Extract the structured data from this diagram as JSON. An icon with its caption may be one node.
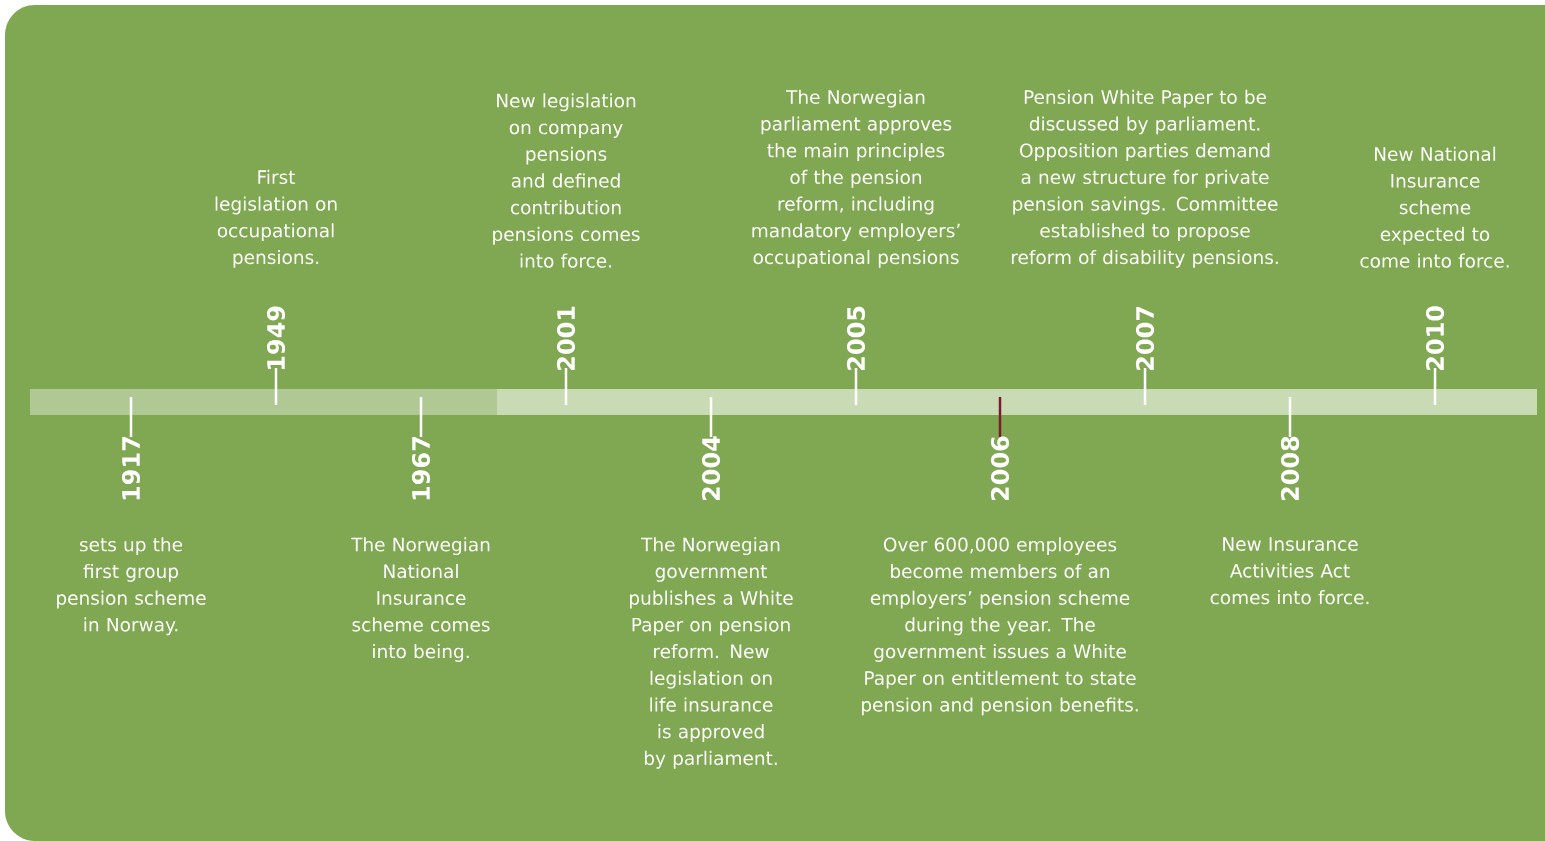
{
  "diagram": {
    "labels": [
      "1917",
      "sets up the first group pension scheme in Norway.",
      "1949",
      "First legislation on occupational pensions.",
      "1967",
      "The Norwegian National Insurance scheme comes into being.",
      "2001",
      "New legislation on company pensions and defined contribution pensions comes into force.",
      "2004",
      "The Norwegian government publishes a White Paper on pension reform. New legislation on life insurance is approved by parliament.",
      "2005",
      "The Norwegian parliament approves the main principles of the pension reform, including mandatory employers’ occupational pensions",
      "2006",
      "Over 600,000 employees become members of an employers’ pension scheme during the year. The government issues a White Paper on entitlement to state pension and pension benefits.",
      "2007",
      "Pension White Paper to be discussed by parliament. Opposition parties demand a new structure for private pension savings. Committee established to propose reform of disability pensions.",
      "2008",
      "New Insurance Activities Act comes into force.",
      "2010",
      "New National Insurance scheme expected to come into force."
    ]
  }
}
